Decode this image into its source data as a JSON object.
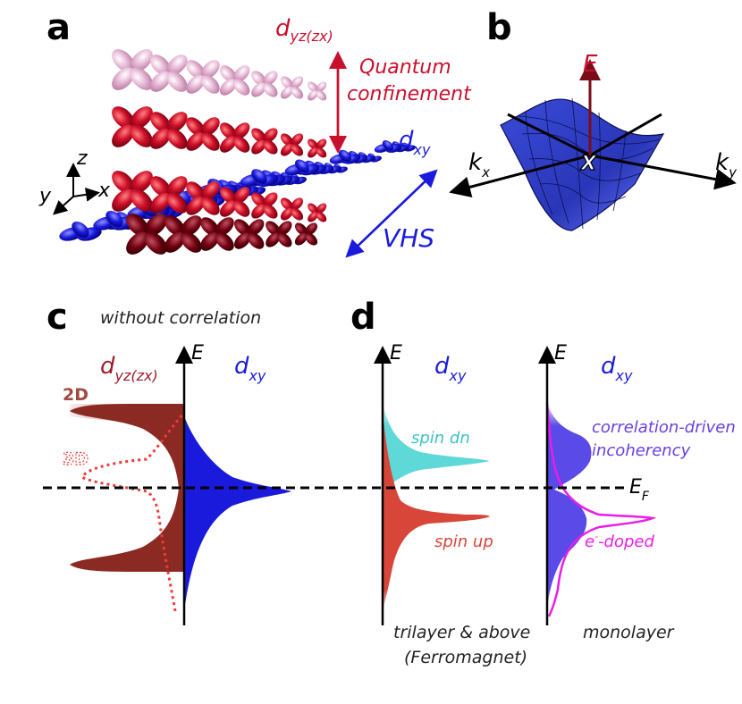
{
  "panels": {
    "a": {
      "letter": "a",
      "d_yzzx": "d",
      "d_yzzx_sub": "yz(zx)",
      "quantum_1": "Quantum",
      "quantum_2": "confinement",
      "d_xy": "d",
      "d_xy_sub": "xy",
      "vhs": "VHS",
      "axis_z": "z",
      "axis_y": "y",
      "axis_x": "x"
    },
    "b": {
      "letter": "b",
      "energy": "E",
      "kx": "k",
      "kx_sub": "x",
      "ky": "k",
      "ky_sub": "y",
      "point": "X"
    },
    "c": {
      "letter": "c",
      "title": "without correlation",
      "energy": "E",
      "d_yzzx": "d",
      "d_yzzx_sub": "yz(zx)",
      "d_xy": "d",
      "d_xy_sub": "xy",
      "label_2d": "2D",
      "label_3d": "3D"
    },
    "d": {
      "letter": "d",
      "trilayer": {
        "energy": "E",
        "dxy": "d",
        "dxy_sub": "xy",
        "spin_dn": "spin dn",
        "spin_up": "spin up",
        "caption_1": "trilayer & above",
        "caption_2": "(Ferromagnet)"
      },
      "monolayer": {
        "energy": "E",
        "dxy": "d",
        "dxy_sub": "xy",
        "corr_1": "correlation-driven",
        "corr_2": "incoherency",
        "doped_pre": "e",
        "doped_sup": "-",
        "doped_post": "-doped",
        "caption": "monolayer"
      },
      "fermi": "E",
      "fermi_sub": "F"
    }
  },
  "colors": {
    "dark_red": "#9e1b2a",
    "red": "#c8102e",
    "pink": "#d9a3c4",
    "blue": "#1a1adc",
    "cyan": "#5fd8d8",
    "orange_red": "#d8463a",
    "purple": "#6b3fe0",
    "magenta": "#e81ee8",
    "brown": "#8b2a22"
  }
}
